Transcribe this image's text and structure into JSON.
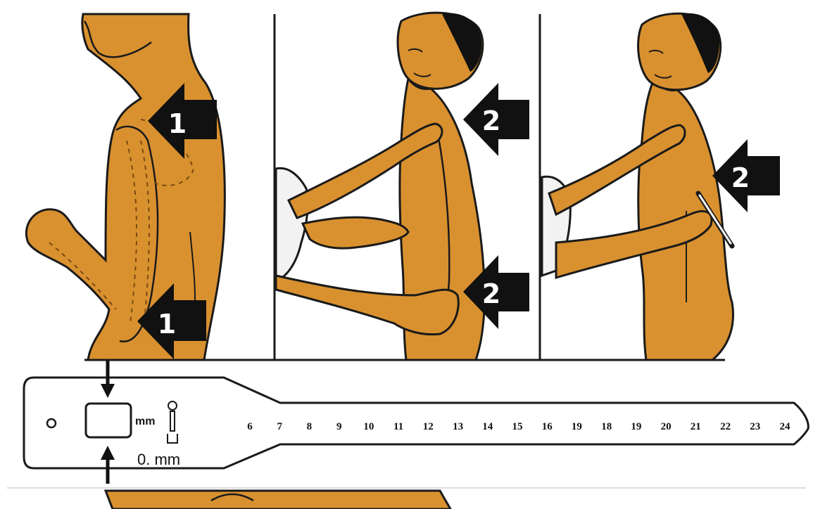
{
  "panels": [
    {
      "id": "panel-1",
      "arrows": [
        {
          "label": "1"
        },
        {
          "label": "1"
        }
      ]
    },
    {
      "id": "panel-2",
      "arrows": [
        {
          "label": "2"
        },
        {
          "label": "2"
        }
      ]
    },
    {
      "id": "panel-3",
      "arrows": [
        {
          "label": "2"
        }
      ]
    }
  ],
  "tape": {
    "unit_label": "mm",
    "reading_label": "0. mm",
    "ticks": [
      "6",
      "7",
      "8",
      "9",
      "10",
      "11",
      "12",
      "13",
      "14",
      "15",
      "16",
      "19",
      "18",
      "19",
      "20",
      "21",
      "22",
      "23",
      "24"
    ]
  },
  "colors": {
    "skin": "#D9912F",
    "outline": "#1a1a1a",
    "arrow": "#111111",
    "paper": "#ffffff",
    "shirt": "#f2f2f2"
  }
}
